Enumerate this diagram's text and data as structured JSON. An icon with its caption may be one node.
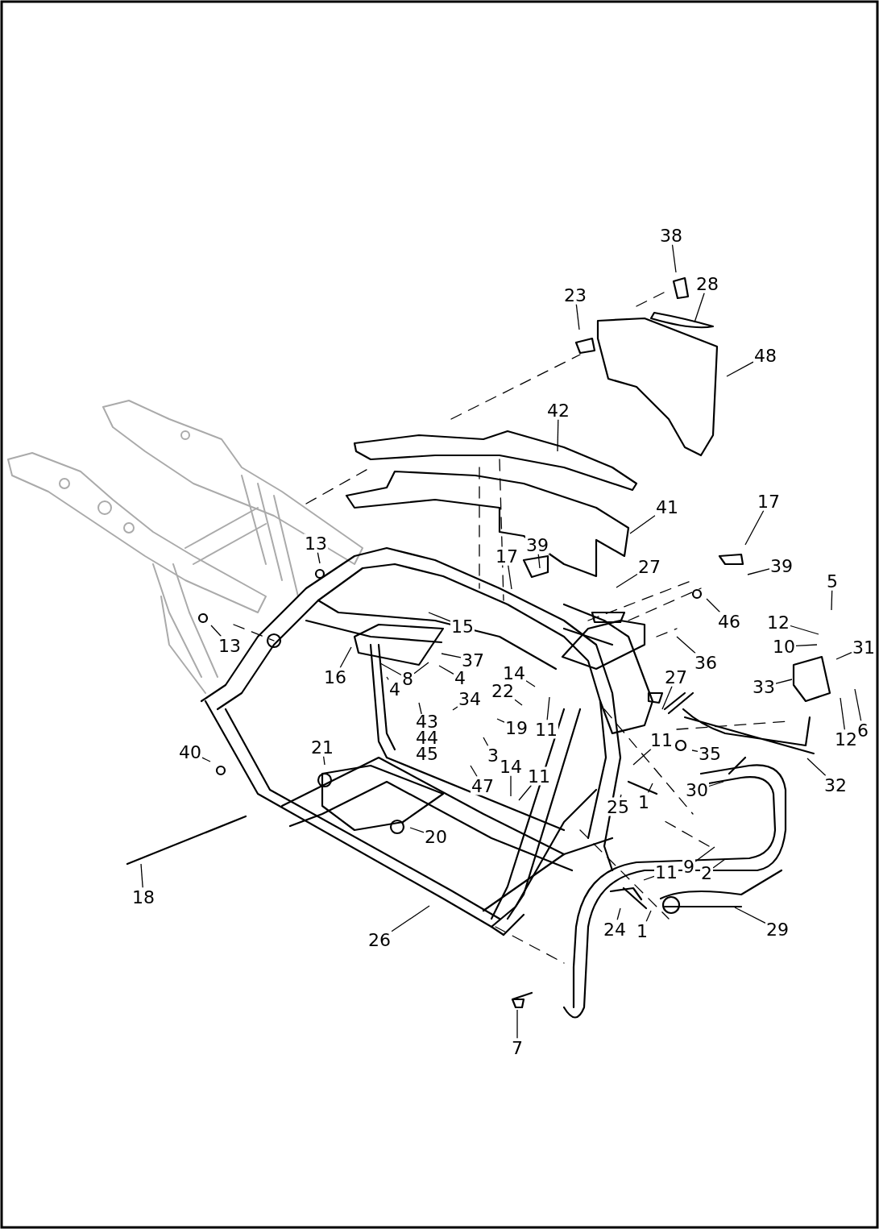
{
  "diagram": {
    "nodes": [
      {
        "text": [
          "38"
        ]
      },
      {
        "text": [
          "28"
        ]
      },
      {
        "text": [
          "23"
        ]
      },
      {
        "text": [
          "48"
        ]
      },
      {
        "text": [
          "42"
        ]
      },
      {
        "text": [
          "41"
        ]
      },
      {
        "text": [
          "17"
        ]
      },
      {
        "text": [
          "13"
        ]
      },
      {
        "text": [
          "39"
        ]
      },
      {
        "text": [
          "17"
        ]
      },
      {
        "text": [
          "27"
        ]
      },
      {
        "text": [
          "39"
        ]
      },
      {
        "text": [
          "5"
        ]
      },
      {
        "text": [
          "46"
        ]
      },
      {
        "text": [
          "12"
        ]
      },
      {
        "text": [
          "15"
        ]
      },
      {
        "text": [
          "13"
        ]
      },
      {
        "text": [
          "10"
        ]
      },
      {
        "text": [
          "31"
        ]
      },
      {
        "text": [
          "37"
        ]
      },
      {
        "text": [
          "36"
        ]
      },
      {
        "text": [
          "16"
        ]
      },
      {
        "text": [
          "8"
        ]
      },
      {
        "text": [
          "4"
        ]
      },
      {
        "text": [
          "4"
        ]
      },
      {
        "text": [
          "14"
        ]
      },
      {
        "text": [
          "27"
        ]
      },
      {
        "text": [
          "33"
        ]
      },
      {
        "text": [
          "22"
        ]
      },
      {
        "text": [
          "34"
        ]
      },
      {
        "text": [
          "43",
          "44",
          "45"
        ]
      },
      {
        "text": [
          "19"
        ]
      },
      {
        "text": [
          "11"
        ]
      },
      {
        "text": [
          "12"
        ]
      },
      {
        "text": [
          "6"
        ]
      },
      {
        "text": [
          "11"
        ]
      },
      {
        "text": [
          "35"
        ]
      },
      {
        "text": [
          "3"
        ]
      },
      {
        "text": [
          "21"
        ]
      },
      {
        "text": [
          "40"
        ]
      },
      {
        "text": [
          "32"
        ]
      },
      {
        "text": [
          "14"
        ]
      },
      {
        "text": [
          "11"
        ]
      },
      {
        "text": [
          "47"
        ]
      },
      {
        "text": [
          "30"
        ]
      },
      {
        "text": [
          "25"
        ]
      },
      {
        "text": [
          "1"
        ]
      },
      {
        "text": [
          "20"
        ]
      },
      {
        "text": [
          "9"
        ]
      },
      {
        "text": [
          "11"
        ]
      },
      {
        "text": [
          "2"
        ]
      },
      {
        "text": [
          "18"
        ]
      },
      {
        "text": [
          "24"
        ]
      },
      {
        "text": [
          "1"
        ]
      },
      {
        "text": [
          "29"
        ]
      },
      {
        "text": [
          "26"
        ]
      },
      {
        "text": [
          "7"
        ]
      }
    ],
    "edges": [
      {
        "from": 0,
        "to": null,
        "arrow": "none"
      },
      {
        "from": 1,
        "to": null,
        "arrow": "none"
      },
      {
        "from": 2,
        "to": null,
        "arrow": "none"
      },
      {
        "from": 3,
        "to": null,
        "arrow": "none"
      },
      {
        "from": 4,
        "to": null,
        "arrow": "none"
      },
      {
        "from": 5,
        "to": null,
        "arrow": "none"
      },
      {
        "from": 6,
        "to": null,
        "arrow": "none"
      },
      {
        "from": 7,
        "to": null,
        "arrow": "none"
      },
      {
        "from": 8,
        "to": null,
        "arrow": "none"
      },
      {
        "from": 9,
        "to": null,
        "arrow": "none"
      },
      {
        "from": 10,
        "to": null,
        "arrow": "none"
      },
      {
        "from": 11,
        "to": null,
        "arrow": "none"
      },
      {
        "from": 12,
        "to": null,
        "arrow": "none"
      },
      {
        "from": 13,
        "to": null,
        "arrow": "none"
      },
      {
        "from": 14,
        "to": null,
        "arrow": "none"
      },
      {
        "from": 15,
        "to": null,
        "arrow": "none"
      },
      {
        "from": 16,
        "to": null,
        "arrow": "none"
      },
      {
        "from": 17,
        "to": null,
        "arrow": "none"
      },
      {
        "from": 18,
        "to": null,
        "arrow": "none"
      },
      {
        "from": 19,
        "to": null,
        "arrow": "none"
      },
      {
        "from": 20,
        "to": null,
        "arrow": "none"
      },
      {
        "from": 21,
        "to": null,
        "arrow": "none"
      },
      {
        "from": 22,
        "to": null,
        "arrow": "none"
      },
      {
        "from": 22,
        "to": null,
        "arrow": "none"
      },
      {
        "from": 23,
        "to": null,
        "arrow": "none"
      },
      {
        "from": 24,
        "to": null,
        "arrow": "none"
      },
      {
        "from": 25,
        "to": null,
        "arrow": "none"
      },
      {
        "from": 26,
        "to": null,
        "arrow": "none"
      },
      {
        "from": 27,
        "to": null,
        "arrow": "none"
      },
      {
        "from": 28,
        "to": null,
        "arrow": "none"
      },
      {
        "from": 29,
        "to": null,
        "arrow": "none"
      },
      {
        "from": 30,
        "to": null,
        "arrow": "none"
      },
      {
        "from": 31,
        "to": null,
        "arrow": "none"
      },
      {
        "from": 32,
        "to": null,
        "arrow": "none"
      },
      {
        "from": 33,
        "to": null,
        "arrow": "none"
      },
      {
        "from": 34,
        "to": null,
        "arrow": "none"
      },
      {
        "from": 35,
        "to": null,
        "arrow": "none"
      },
      {
        "from": 36,
        "to": null,
        "arrow": "none"
      },
      {
        "from": 37,
        "to": null,
        "arrow": "none"
      },
      {
        "from": 38,
        "to": null,
        "arrow": "none"
      },
      {
        "from": 39,
        "to": null,
        "arrow": "none"
      },
      {
        "from": 40,
        "to": null,
        "arrow": "none"
      },
      {
        "from": 41,
        "to": null,
        "arrow": "none"
      },
      {
        "from": 42,
        "to": null,
        "arrow": "none"
      },
      {
        "from": 43,
        "to": null,
        "arrow": "none"
      },
      {
        "from": 44,
        "to": null,
        "arrow": "none"
      },
      {
        "from": 45,
        "to": null,
        "arrow": "none"
      },
      {
        "from": 46,
        "to": null,
        "arrow": "none"
      },
      {
        "from": 47,
        "to": null,
        "arrow": "none"
      },
      {
        "from": 48,
        "to": null,
        "arrow": "none"
      },
      {
        "from": 49,
        "to": null,
        "arrow": "none"
      },
      {
        "from": 50,
        "to": null,
        "arrow": "none"
      },
      {
        "from": 51,
        "to": null,
        "arrow": "none"
      },
      {
        "from": 52,
        "to": null,
        "arrow": "none"
      },
      {
        "from": 53,
        "to": null,
        "arrow": "none"
      },
      {
        "from": 54,
        "to": null,
        "arrow": "none"
      },
      {
        "from": 55,
        "to": null,
        "arrow": "none"
      },
      {
        "from": 56,
        "to": null,
        "arrow": "none"
      }
    ]
  }
}
